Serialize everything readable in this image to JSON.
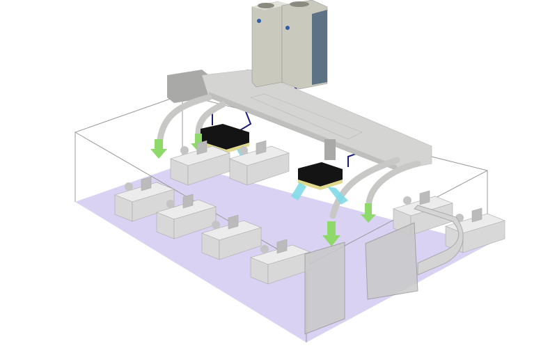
{
  "colors": {
    "floor": "#d9d2f2",
    "wall_line": "#9a9a9a",
    "duct": "#d4d4d2",
    "duct_dark": "#a9aaa8",
    "outdoor_unit": "#c9c9bd",
    "outdoor_grille": "#5d7385",
    "cassette": "#141414",
    "refrigerant_pipe": "#1a1a7a",
    "supply_arrow": "#8fd96a",
    "cool_air_arrow": "#7fdbe8",
    "furniture": "#d8d8d8",
    "flow_marker": "#f0e060"
  },
  "icons": [
    "outdoor-unit",
    "cassette-unit",
    "duct",
    "airflow-arrow",
    "desk",
    "office-chair",
    "monitor"
  ]
}
